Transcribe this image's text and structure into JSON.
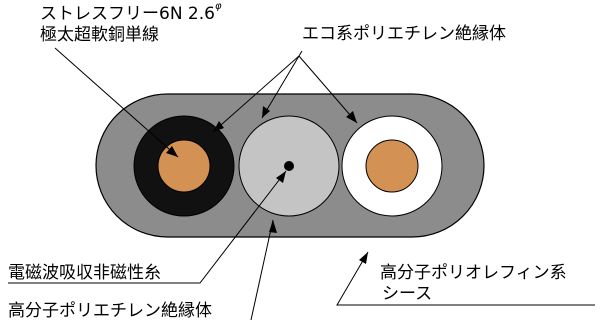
{
  "labels": {
    "conductor_line1": "ストレスフリー6N 2.6",
    "conductor_phi": "φ",
    "conductor_line2": "極太超軟銅単線",
    "insulator_top": "エコ系ポリエチレン絶縁体",
    "magnetic_thread": "電磁波吸収非磁性糸",
    "insulator_bottom": "高分子ポリエチレン絶縁体",
    "sheath_line1": "高分子ポリオレフィン系",
    "sheath_line2": "シース"
  },
  "colors": {
    "sheath": "#8c8c8c",
    "insulator_black": "#111111",
    "insulator_white": "#ffffff",
    "insulator_gray": "#c4c4c4",
    "conductor_copper": "#d39153",
    "thread": "#000000"
  }
}
